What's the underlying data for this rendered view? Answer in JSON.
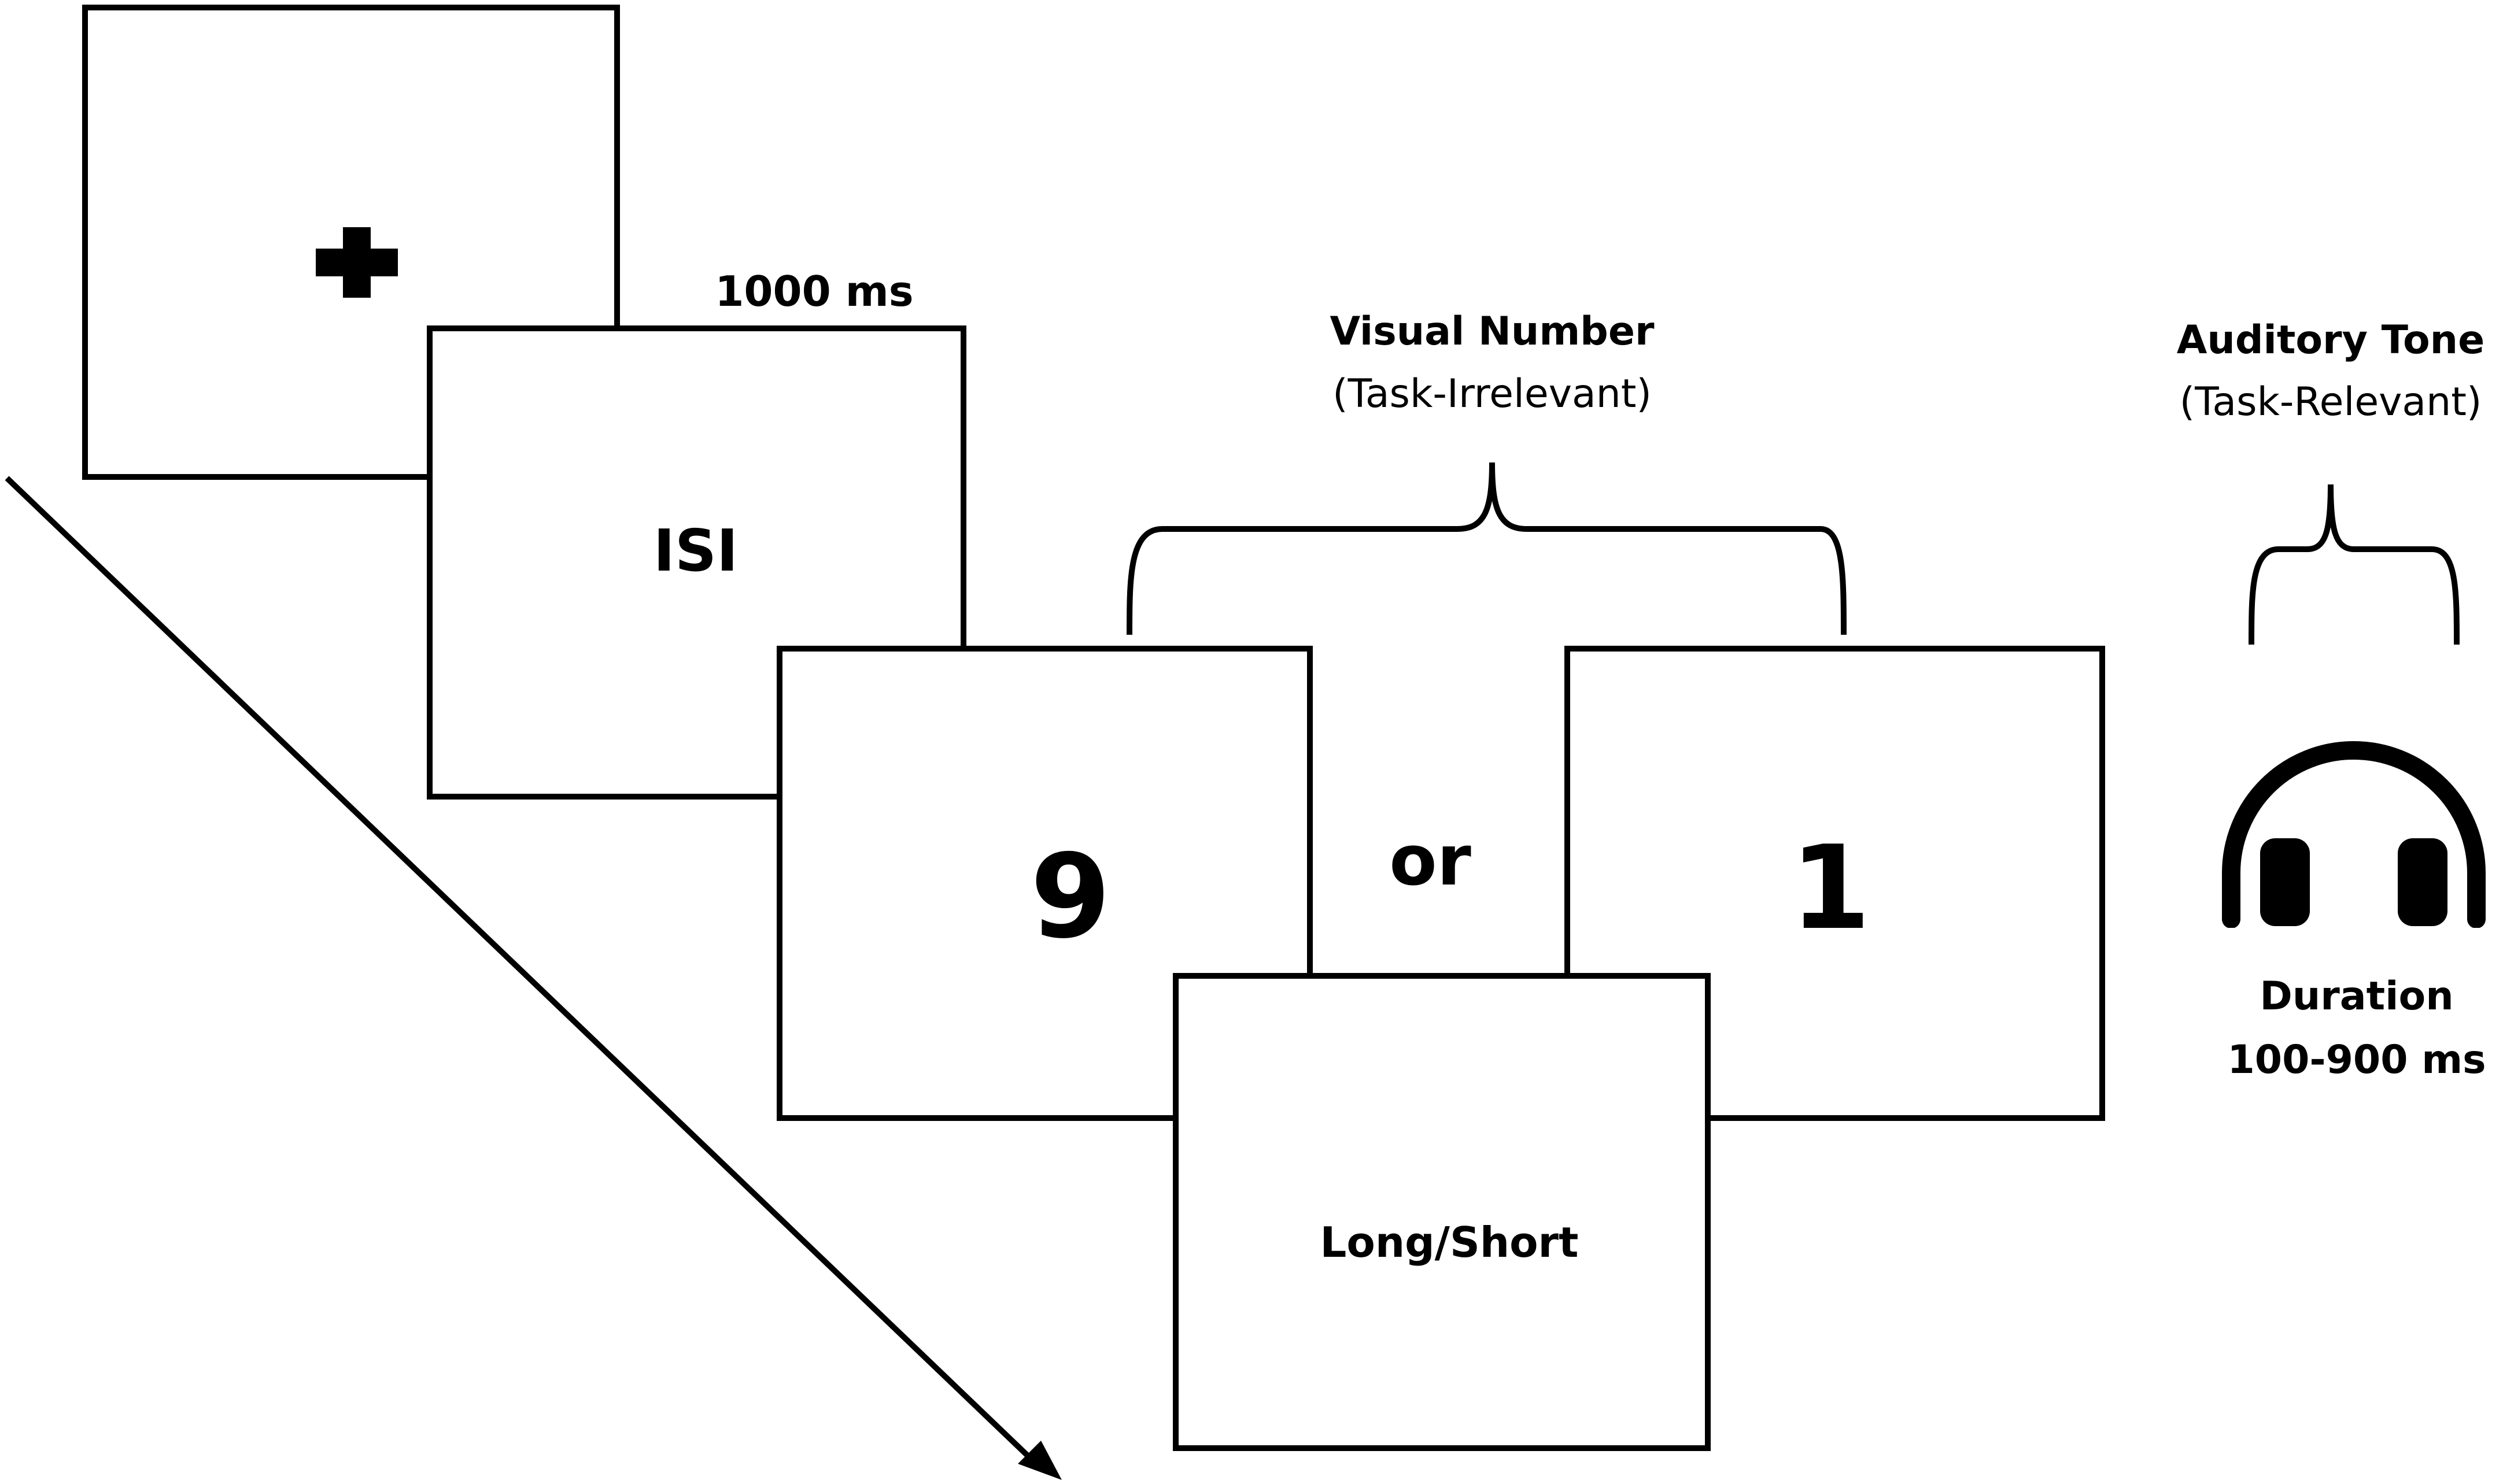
{
  "fixation": {
    "symbol": "+"
  },
  "timing": {
    "fixation_duration": "1000 ms"
  },
  "isi": {
    "label": "ISI"
  },
  "visual_number": {
    "title": "Visual Number",
    "subtitle": "(Task-Irrelevant)",
    "option_left": "9",
    "connector": "or",
    "option_right": "1"
  },
  "response": {
    "label": "Long/Short"
  },
  "auditory_tone": {
    "title": "Auditory Tone",
    "subtitle": "(Task-Relevant)",
    "icon": "headphones-icon",
    "duration_label": "Duration",
    "duration_range": "100-900 ms"
  },
  "colors": {
    "stroke": "#000000",
    "fill": "#ffffff"
  }
}
